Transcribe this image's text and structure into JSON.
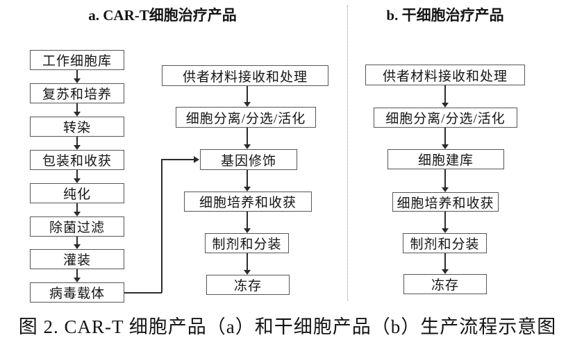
{
  "figure": {
    "caption": "图 2. CAR-T 细胞产品（a）和干细胞产品（b）生产流程示意图"
  },
  "section_a": {
    "title": "a. CAR-T细胞治疗产品",
    "vector_chain": [
      "工作细胞库",
      "复苏和培养",
      "转染",
      "包装和收获",
      "纯化",
      "除菌过滤",
      "灌装",
      "病毒载体"
    ],
    "cell_chain": [
      "供者材料接收和处理",
      "细胞分离/分选/活化",
      "基因修饰",
      "细胞培养和收获",
      "制剂和分装",
      "冻存"
    ]
  },
  "section_b": {
    "title": "b. 干细胞治疗产品",
    "chain": [
      "供者材料接收和处理",
      "细胞分离/分选/活化",
      "细胞建库",
      "细胞培养和收获",
      "制剂和分装",
      "冻存"
    ]
  },
  "colors": {
    "background": "#ffffff",
    "box_border": "#565656",
    "line": "#2b2b2b",
    "divider": "#8f8f8f",
    "text": "#141414"
  }
}
